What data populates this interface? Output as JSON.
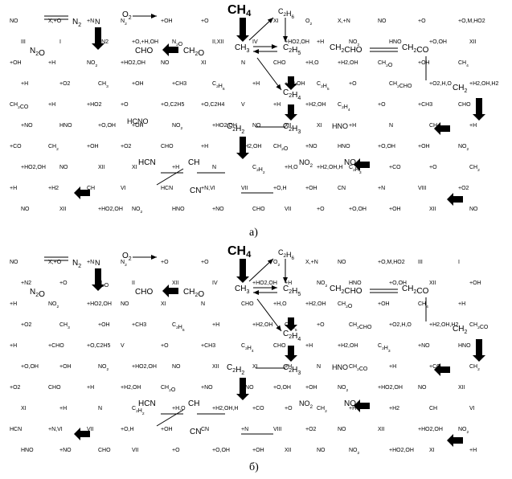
{
  "panels": [
    {
      "id": "a",
      "caption": "а)",
      "species": [
        "CH4",
        "CH3",
        "CH2O",
        "CHO",
        "C2H6",
        "C2H5",
        "C2H4",
        "C2H3",
        "C2H2",
        "CH2CHO",
        "CH2CO",
        "CH2",
        "HNO",
        "NO",
        "NO2",
        "N2O",
        "N",
        "N2",
        "O2",
        "CN",
        "HCN",
        "CH",
        "HCNO"
      ],
      "labels": [
        "NO",
        "X,+O",
        "+N",
        "N2",
        "+OH",
        "+O",
        "N",
        "XI",
        "O2",
        "X,+N",
        "NO",
        "+O",
        "+O,M,HO2",
        "III",
        "I",
        "+N2",
        "+O,+H,OH",
        "N2O",
        "II,XII",
        "IV",
        "+HO2,OH",
        "+H",
        "NO2",
        "HNO",
        "+O,OH",
        "XII",
        "+OH",
        "+H",
        "NO2",
        "+HO2,OH",
        "NO",
        "XI",
        "N",
        "CHO",
        "+H,O",
        "+H2,OH",
        "CH2O",
        "+OH",
        "CH4",
        "+H",
        "+O2",
        "CH3",
        "+OH",
        "+CH3",
        "C2H6",
        "+H",
        "+H2,OH",
        "C2H5",
        "+O",
        "CH2CHO",
        "+O2,H,O",
        "+H2,OH,H2",
        "CH2CO",
        "+H",
        "+HO2",
        "+O",
        "+O,C2H5",
        "+O,C2H4",
        "V",
        "+H",
        "+H2,OH",
        "C2H4",
        "+O",
        "+CH3",
        "CHO",
        "+NO",
        "HNO",
        "+O,OH",
        "+OH",
        "NO2",
        "+HO2,OH",
        "NO",
        "XII",
        "XI",
        "+H",
        "N",
        "CH2CO",
        "+H",
        "+CO",
        "CH2",
        "+OH",
        "+O2",
        "CHO",
        "+H",
        "+H2,OH",
        "CH2O",
        "+NO",
        "HNO",
        "+O,OH",
        "+OH",
        "NO2",
        "+HO2,OH",
        "NO",
        "XII",
        "XI",
        "+H",
        "N",
        "C2H2",
        "+H,O",
        "+H2,OH,H",
        "C2H3",
        "+CO",
        "+O",
        "CH2",
        "+H",
        "+H2",
        "CH",
        "VI",
        "HCN",
        "+N,VI",
        "VII",
        "+O,H",
        "+OH",
        "CN",
        "+N",
        "VIII",
        "+O2",
        "NO",
        "XII",
        "+HO2,OH",
        "NO2",
        "HNO",
        "+NO",
        "CHO",
        "VII",
        "+O",
        "+O,OH",
        "+OH",
        "XII",
        "NO",
        "NO2",
        "+HO2,OH",
        "XI",
        "+H",
        "N"
      ]
    },
    {
      "id": "b",
      "caption": "б)",
      "species": [
        "CH4",
        "CH3",
        "CH2O",
        "CHO",
        "C2H6",
        "C2H5",
        "C2H4",
        "C2H3",
        "C2H2",
        "CH2CHO",
        "CH2CO",
        "CH2",
        "HNO",
        "NO",
        "NO2",
        "N2O",
        "N",
        "N2",
        "O2",
        "CN",
        "HCN",
        "CH"
      ],
      "labels": [
        "NO",
        "X,+O",
        "+N",
        "N2",
        "+O",
        "+O",
        "XI",
        "O2",
        "X,+N",
        "NO",
        "+O,M,HO2",
        "III",
        "I",
        "+N2",
        "+O",
        "N2O",
        "II",
        "XII",
        "IV",
        "+HO2,OH",
        "+H",
        "NO2",
        "HNO",
        "+O,OH",
        "XII",
        "+OH",
        "+H",
        "NO2",
        "+HO2,OH",
        "NO",
        "XI",
        "N",
        "CHO",
        "+H,O",
        "+H2,OH",
        "CH2O",
        "+OH",
        "CH4",
        "+H",
        "+O2",
        "CH3",
        "+OH",
        "+CH3",
        "C2H6",
        "+H",
        "+H2,OH",
        "C2H5",
        "+O",
        "CH2CHO",
        "+O2,H,O",
        "+H2,OH,H2",
        "CH2CO",
        "+H",
        "+CHO",
        "+O,C2H5",
        "V",
        "+O",
        "+CH3",
        "C2H4",
        "CHO",
        "+H",
        "+H2,OH",
        "C2H3",
        "+NO",
        "HNO",
        "+O,OH",
        "+OH",
        "NO2",
        "+HO2,OH",
        "NO",
        "XII",
        "XI",
        "+H",
        "N",
        "CH2CO",
        "+H",
        "+CO",
        "CH2",
        "+O2",
        "CHO",
        "+H",
        "+H2,OH",
        "CH2O",
        "+NO",
        "HNO",
        "+O,OH",
        "+OH",
        "NO2",
        "+HO2,OH",
        "NO",
        "XII",
        "XI",
        "+H",
        "N",
        "C2H2",
        "+H,O",
        "+H2,OH,H",
        "+CO",
        "+O",
        "CH2",
        "+H",
        "+H2",
        "CH",
        "VI",
        "HCN",
        "+N,VI",
        "VII",
        "+O,H",
        "+OH",
        "CN",
        "+N",
        "VIII",
        "+O2",
        "NO",
        "XII",
        "+HO2,OH",
        "NO2",
        "HNO",
        "+NO",
        "CHO",
        "VII",
        "+O",
        "+O,OH",
        "+OH",
        "XII",
        "NO",
        "NO2",
        "+HO2,OH",
        "XI",
        "+H",
        "N"
      ]
    }
  ]
}
